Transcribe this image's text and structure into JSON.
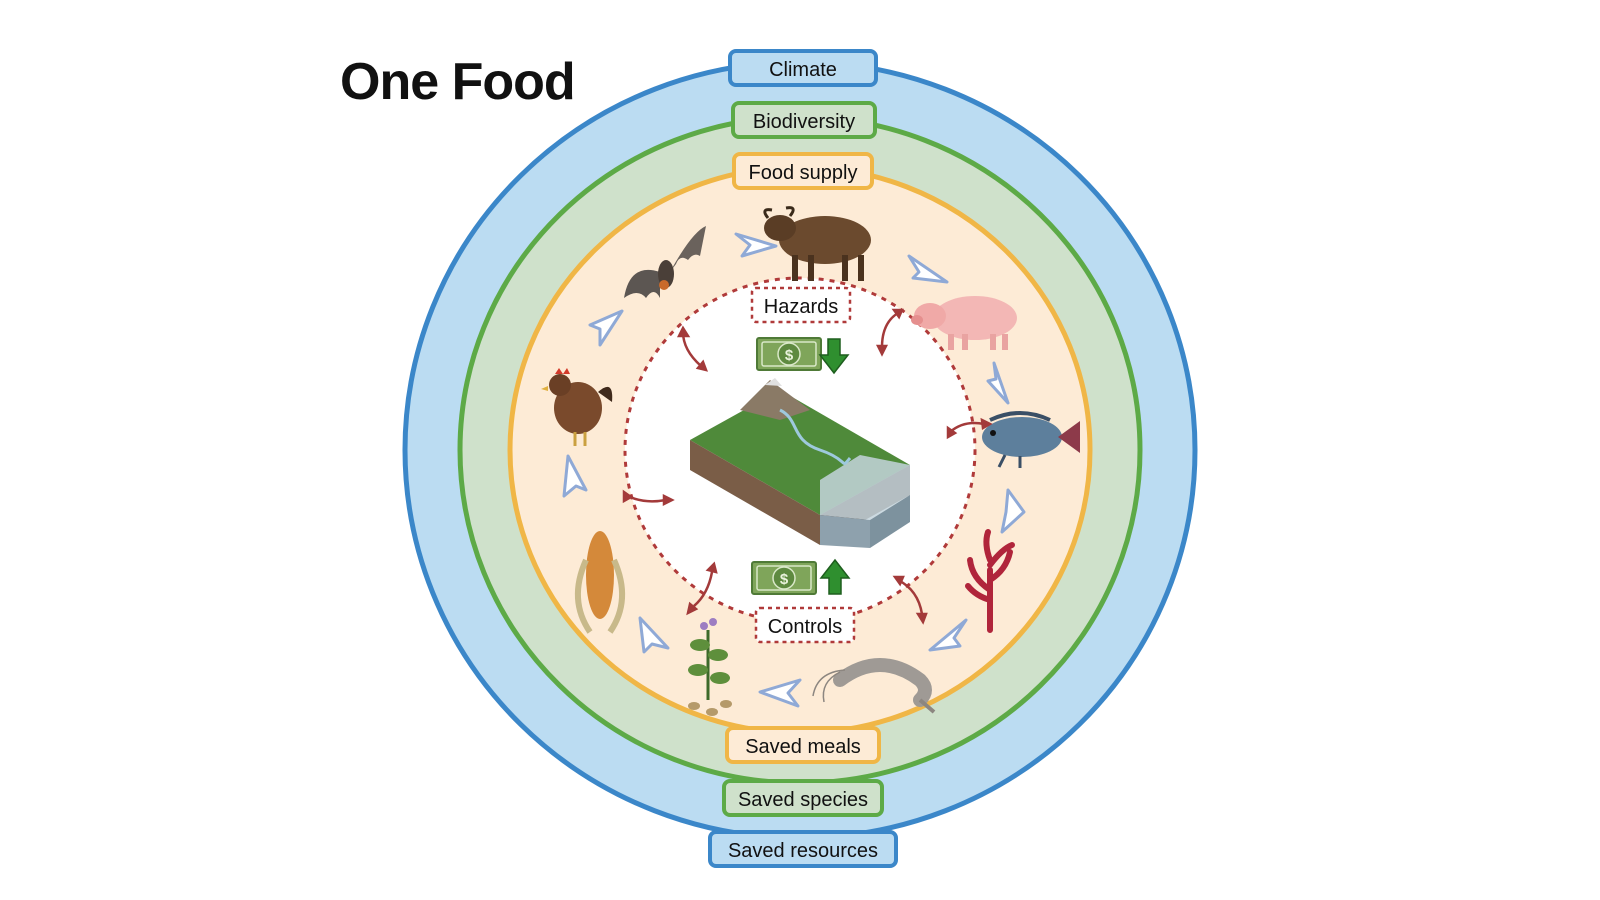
{
  "title": "One Food",
  "rings": {
    "outer": {
      "top_label": "Climate",
      "bottom_label": "Saved resources",
      "fill": "#bbdcf2",
      "stroke": "#3b87c9"
    },
    "middle": {
      "top_label": "Biodiversity",
      "bottom_label": "Saved species",
      "fill": "#cfe1cb",
      "stroke": "#5daa47"
    },
    "inner": {
      "top_label": "Food supply",
      "bottom_label": "Saved meals",
      "fill": "#fdebd6",
      "stroke": "#f0b646"
    }
  },
  "center": {
    "top_label": "Hazards",
    "bottom_label": "Controls",
    "dashed_color": "#b03a3a",
    "cost_down": "$",
    "cost_up": "$"
  },
  "cycle_items": [
    {
      "name": "buffalo-icon"
    },
    {
      "name": "pig-icon"
    },
    {
      "name": "fish-icon"
    },
    {
      "name": "seaweed-icon"
    },
    {
      "name": "shrimp-icon"
    },
    {
      "name": "potato-plant-icon"
    },
    {
      "name": "corn-icon"
    },
    {
      "name": "chicken-icon"
    },
    {
      "name": "bat-icon"
    }
  ],
  "colors": {
    "cycle_arrow": "#8fa9d6",
    "money_green": "#7fa55a",
    "arrow_green": "#2f8f2f",
    "bidirectional_arrow": "#a33a3a"
  }
}
